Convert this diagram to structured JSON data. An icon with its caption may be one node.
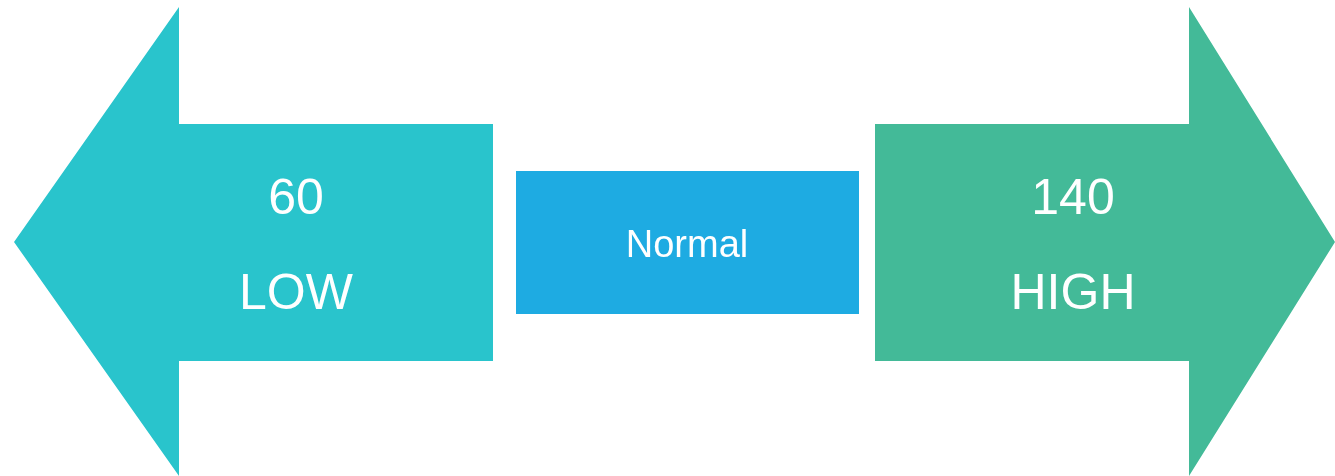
{
  "diagram": {
    "nodes": [
      {
        "text": [
          "60",
          "LOW"
        ]
      },
      {
        "text": [
          "Normal"
        ]
      },
      {
        "text": [
          "140",
          "HIGH"
        ]
      }
    ]
  }
}
